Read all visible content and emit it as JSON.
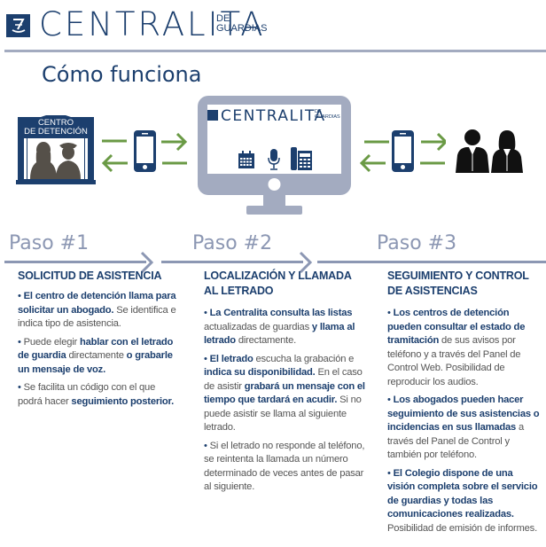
{
  "header": {
    "brand": "CENTRALITA",
    "brand_sub_line1": "DE",
    "brand_sub_line2": "GUARDIAS",
    "logo_icon": "scales-of-justice-icon"
  },
  "page_title": "Cómo funciona",
  "illustration": {
    "detention_center_label_line1": "CENTRO",
    "detention_center_label_line2": "DE DETENCIÓN",
    "monitor_brand": "CENTRALITA",
    "monitor_brand_sub_line1": "DE",
    "monitor_brand_sub_line2": "GUARDIAS",
    "monitor_icons": [
      "calendar-icon",
      "microphone-icon",
      "desk-phone-icon"
    ]
  },
  "colors": {
    "brand_blue": "#1c3f6e",
    "step_gray": "#8c97b3",
    "arrow_green": "#6a9a45",
    "monitor_gray": "#a3abc0"
  },
  "steps": [
    {
      "title": "Paso #1",
      "heading_line1": "SOLICITUD DE ASISTENCIA",
      "heading_line2": "",
      "bullets": [
        [
          {
            "b": "El centro de detención llama para solicitar un abogado."
          },
          {
            "t": " Se identifica e indica tipo de asistencia."
          }
        ],
        [
          {
            "t": "Puede elegir "
          },
          {
            "b": "hablar con el letrado de guardia"
          },
          {
            "t": " directamente "
          },
          {
            "b": "o grabarle un mensaje de voz."
          }
        ],
        [
          {
            "t": "Se facilita un código con el que podrá hacer "
          },
          {
            "b": "seguimiento posterior."
          }
        ]
      ]
    },
    {
      "title": "Paso #2",
      "heading_line1": "LOCALIZACIÓN Y LLAMADA",
      "heading_line2": "AL LETRADO",
      "bullets": [
        [
          {
            "b": "La Centralita consulta las listas"
          },
          {
            "t": " actualizadas de guardias "
          },
          {
            "b": "y llama al letrado"
          },
          {
            "t": " directamente."
          }
        ],
        [
          {
            "b": "El letrado"
          },
          {
            "t": " escucha la grabación e "
          },
          {
            "b": "indica su disponibilidad."
          },
          {
            "t": " En el caso de asistir "
          },
          {
            "b": "grabará un mensaje con el tiempo que tardará en acudir."
          },
          {
            "t": " Si no puede asistir se llama al siguiente letrado."
          }
        ],
        [
          {
            "t": "Si el letrado no responde al teléfono, se reintenta la llamada un número determinado de veces antes de pasar al siguiente."
          }
        ]
      ]
    },
    {
      "title": "Paso #3",
      "heading_line1": "SEGUIMIENTO Y CONTROL",
      "heading_line2": "DE ASISTENCIAS",
      "bullets": [
        [
          {
            "b": "Los centros de detención pueden consultar el estado de tramitación"
          },
          {
            "t": " de sus avisos por teléfono y a través del Panel de Control Web. Posibilidad de reproducir los audios."
          }
        ],
        [
          {
            "b": "Los abogados pueden hacer seguimiento de sus asistencias o incidencias en sus llamadas"
          },
          {
            "t": " a través del Panel de Control y también por teléfono."
          }
        ],
        [
          {
            "b": "El Colegio dispone de una visión completa sobre el servicio de guardias y todas las comunicaciones realizadas."
          },
          {
            "t": " Posibilidad de emisión de informes."
          }
        ]
      ]
    }
  ]
}
